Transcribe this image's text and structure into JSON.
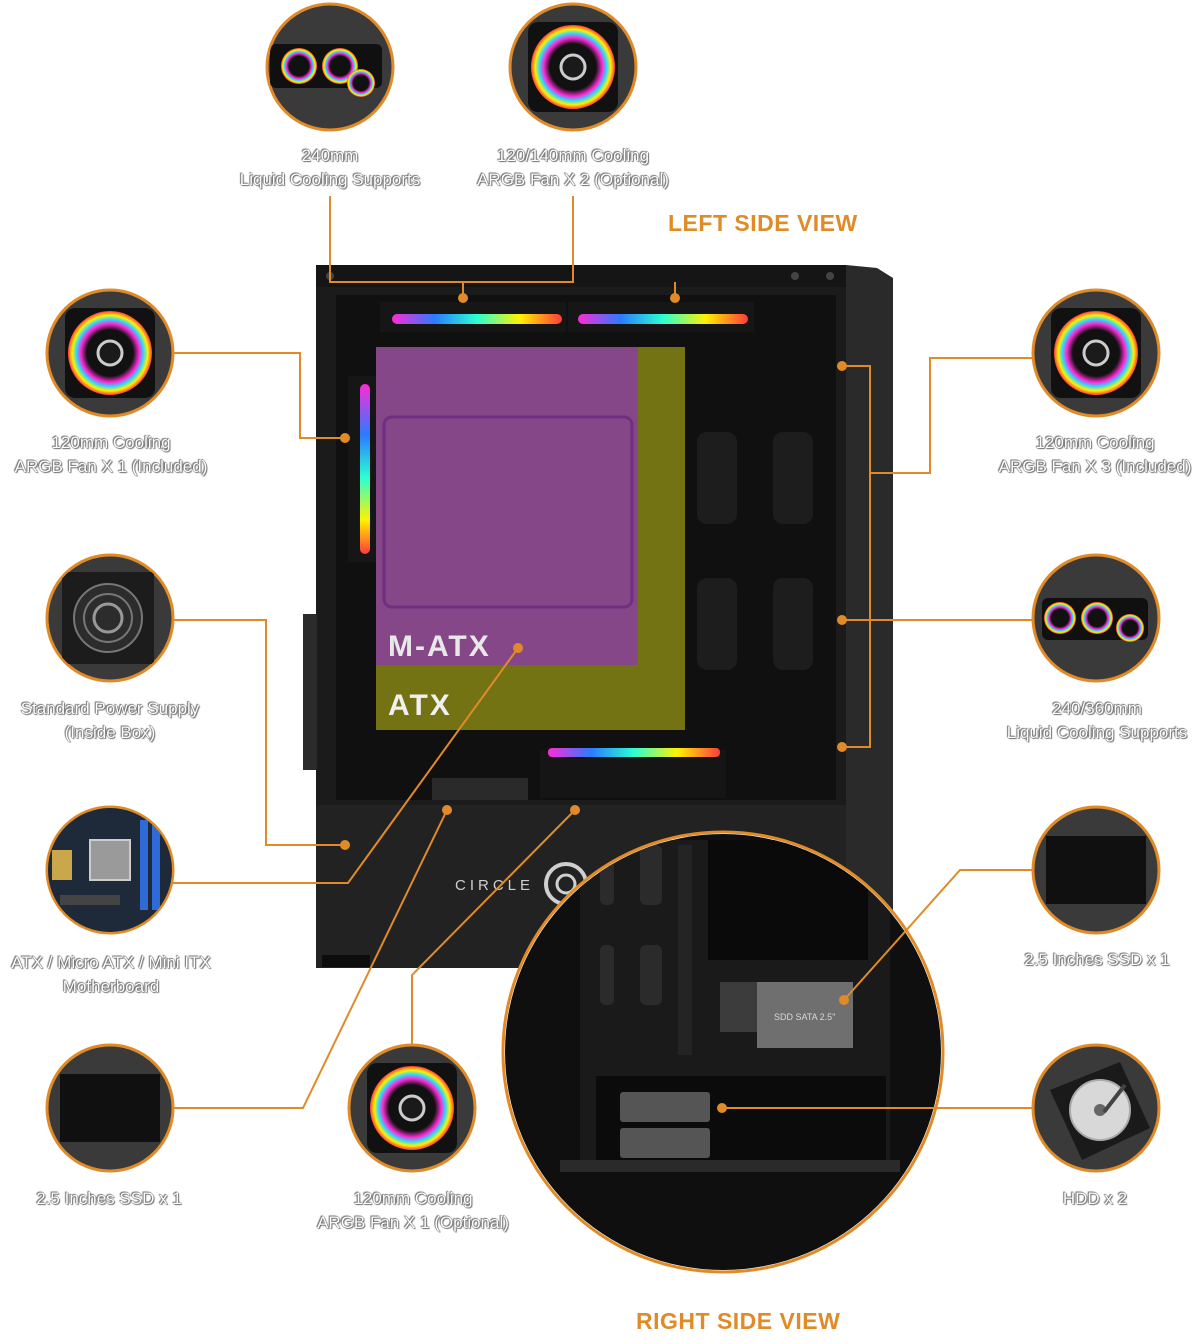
{
  "views": {
    "left": "LEFT SIDE VIEW",
    "right": "RIGHT SIDE VIEW"
  },
  "case": {
    "brand": "CIRCLE",
    "board_large": "ATX",
    "board_small": "M-ATX",
    "ssd_tag": "SDD SATA 2.5\""
  },
  "features": [
    {
      "icon": "radiator-240-icon",
      "lines": [
        "240mm",
        "Liquid Cooling Supports"
      ]
    },
    {
      "icon": "argb-fan-icon",
      "lines": [
        "120/140mm Cooling",
        "ARGB Fan X 2 (Optional)"
      ]
    },
    {
      "icon": "argb-fan-icon",
      "lines": [
        "120mm Cooling",
        "ARGB Fan X 1 (Included)"
      ]
    },
    {
      "icon": "argb-fan-icon",
      "lines": [
        "120mm Cooling",
        "ARGB Fan X 3 (Included)"
      ]
    },
    {
      "icon": "power-supply-icon",
      "lines": [
        "Standard Power Supply",
        "(Inside Box)"
      ]
    },
    {
      "icon": "radiator-360-icon",
      "lines": [
        "240/360mm",
        "Liquid Cooling Supports"
      ]
    },
    {
      "icon": "motherboard-icon",
      "lines": [
        "ATX / Micro ATX / Mini ITX",
        "Motherboard"
      ]
    },
    {
      "icon": "ssd-icon",
      "lines": [
        "2.5 Inches SSD x 1"
      ]
    },
    {
      "icon": "ssd-icon",
      "lines": [
        "2.5 Inches SSD x 1"
      ]
    },
    {
      "icon": "argb-fan-icon",
      "lines": [
        "120mm Cooling",
        "ARGB Fan X 1 (Optional)"
      ]
    },
    {
      "icon": "hdd-icon",
      "lines": [
        "HDD x 2"
      ]
    }
  ],
  "colors": {
    "accent": "#e08b28",
    "case_body": "#1b1b1b",
    "circle_bg": "#3a3a3a",
    "matx_overlay": "#8a3f9e",
    "atx_overlay": "#9a9a16"
  }
}
